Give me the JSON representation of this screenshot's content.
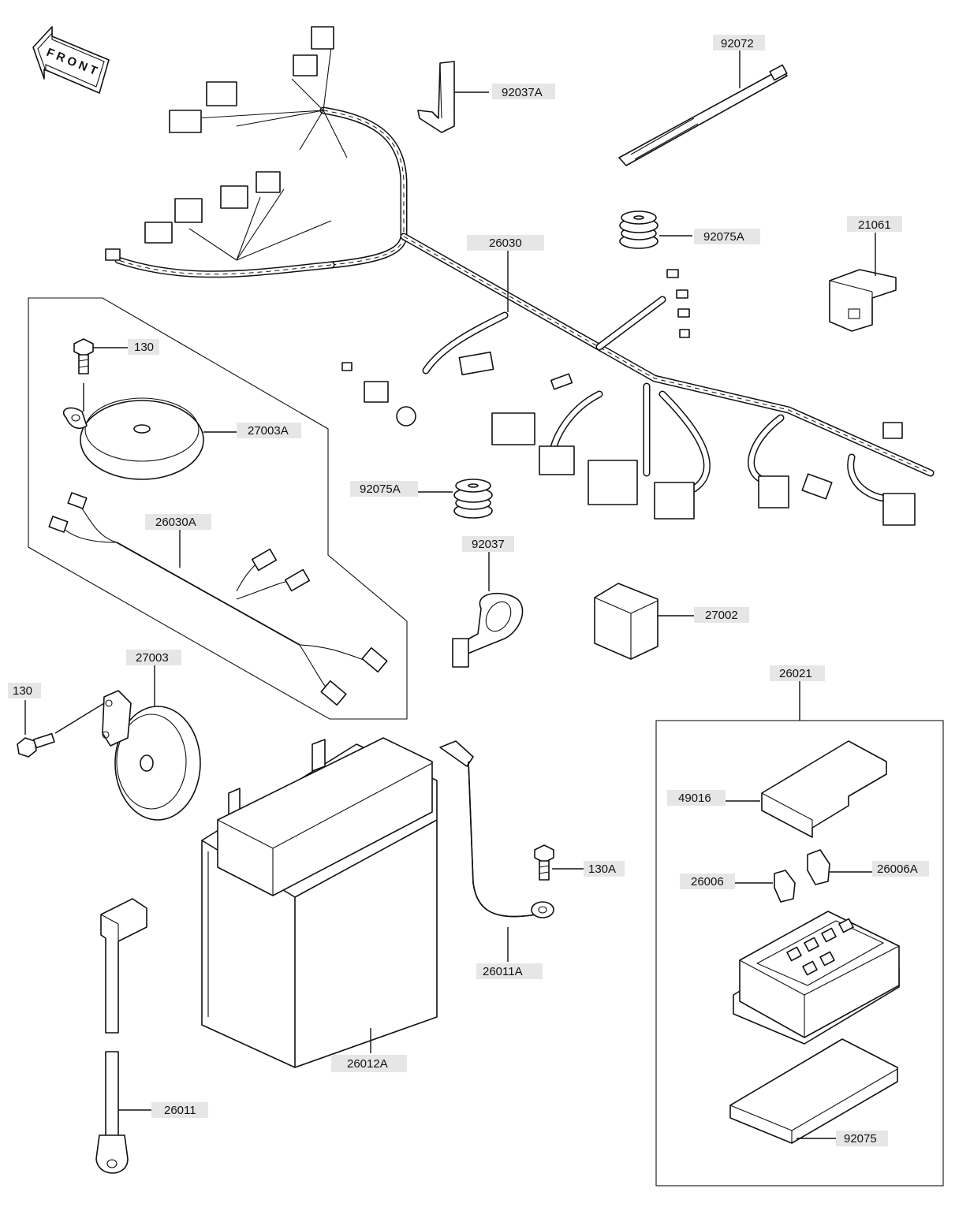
{
  "front_arrow": {
    "label": "FRONT"
  },
  "callouts": [
    {
      "id": "c-92072",
      "text": "92072"
    },
    {
      "id": "c-92037a",
      "text": "92037A"
    },
    {
      "id": "c-26030",
      "text": "26030"
    },
    {
      "id": "c-92075a-top",
      "text": "92075A"
    },
    {
      "id": "c-21061",
      "text": "21061"
    },
    {
      "id": "c-130-top",
      "text": "130"
    },
    {
      "id": "c-27003a",
      "text": "27003A"
    },
    {
      "id": "c-26030a",
      "text": "26030A"
    },
    {
      "id": "c-92075a-mid",
      "text": "92075A"
    },
    {
      "id": "c-92037",
      "text": "92037"
    },
    {
      "id": "c-27002",
      "text": "27002"
    },
    {
      "id": "c-27003",
      "text": "27003"
    },
    {
      "id": "c-130-left",
      "text": "130"
    },
    {
      "id": "c-26021",
      "text": "26021"
    },
    {
      "id": "c-49016",
      "text": "49016"
    },
    {
      "id": "c-130a",
      "text": "130A"
    },
    {
      "id": "c-26006a",
      "text": "26006A"
    },
    {
      "id": "c-26006",
      "text": "26006"
    },
    {
      "id": "c-26011a",
      "text": "26011A"
    },
    {
      "id": "c-26012a",
      "text": "26012A"
    },
    {
      "id": "c-26011",
      "text": "26011"
    },
    {
      "id": "c-92075",
      "text": "92075"
    }
  ]
}
